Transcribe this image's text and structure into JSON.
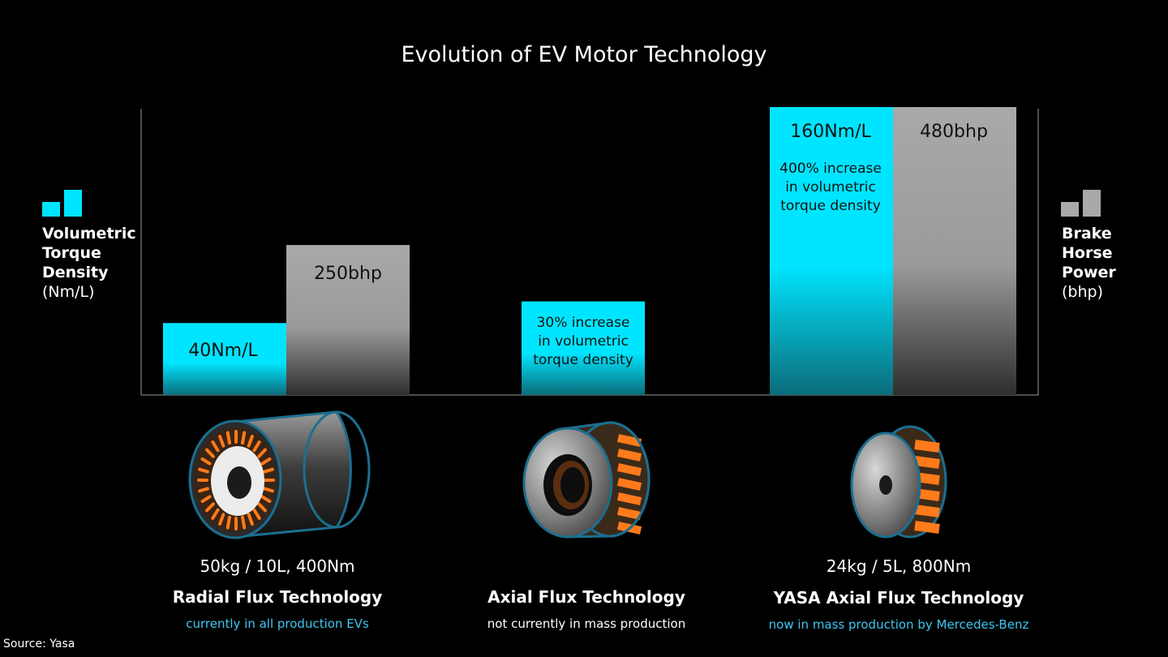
{
  "colors": {
    "cyan": "#00E5FF",
    "grey": "#A9A9A9",
    "orange": "#FF7A1A",
    "status_blue": "#3EC7F0"
  },
  "chart_data": {
    "type": "bar",
    "title": "Evolution of EV Motor Technology",
    "categories": [
      "Radial Flux Technology",
      "Axial Flux Technology",
      "YASA Axial Flux Technology"
    ],
    "series": [
      {
        "name": "Volumetric Torque Density",
        "unit": "(Nm/L)",
        "values": [
          40,
          52,
          160
        ],
        "labels": [
          "40Nm/L",
          "",
          "160Nm/L"
        ],
        "notes": [
          "",
          "30% increase in volumetric torque density",
          "400% increase in volumetric torque density"
        ]
      },
      {
        "name": "Brake Horse Power",
        "unit": "(bhp)",
        "values": [
          250,
          null,
          480
        ],
        "labels": [
          "250bhp",
          "",
          "480bhp"
        ]
      }
    ],
    "ylim_torque": [
      0,
      160
    ],
    "ylim_bhp": [
      0,
      480
    ],
    "grid": false
  },
  "legend": {
    "left": {
      "line1": "Volumetric",
      "line2": "Torque",
      "line3": "Density",
      "unit": "(Nm/L)"
    },
    "right": {
      "line1": "Brake",
      "line2": "Horse",
      "line3": "Power",
      "unit": "(bhp)"
    }
  },
  "notes": {
    "axial_line1": "30% increase",
    "axial_line2": "in volumetric",
    "axial_line3": "torque density",
    "yasa_line1": "400% increase",
    "yasa_line2": "in volumetric",
    "yasa_line3": "torque density"
  },
  "motors": [
    {
      "spec": "50kg / 10L, 400Nm",
      "name": "Radial Flux Technology",
      "status": "currently in all production EVs",
      "status_color": "#3EC7F0"
    },
    {
      "spec": "",
      "name": "Axial Flux Technology",
      "status": "not currently in mass production",
      "status_color": "#FFFFFF"
    },
    {
      "spec": "24kg / 5L, 800Nm",
      "name": "YASA Axial Flux Technology",
      "status": "now in mass production by Mercedes-Benz",
      "status_color": "#3EC7F0"
    }
  ],
  "source": "Source: Yasa"
}
